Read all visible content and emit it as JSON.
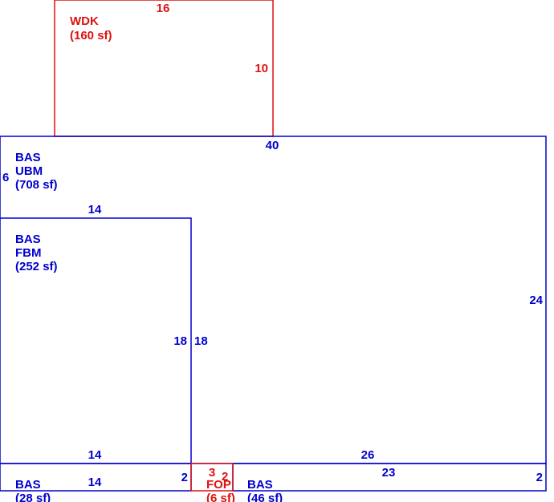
{
  "colors": {
    "main": "#0000cc",
    "addition": "#dd1111"
  },
  "areas": {
    "wdk": {
      "code": "WDK",
      "area": "(160 sf)"
    },
    "ubm": {
      "code": "BAS",
      "sub": "UBM",
      "area": "(708 sf)"
    },
    "fbm": {
      "code": "BAS",
      "sub": "FBM",
      "area": "(252 sf)"
    },
    "bas28": {
      "code": "BAS",
      "area": "(28 sf)"
    },
    "fop": {
      "code": "FOP",
      "area": "(6 sf)"
    },
    "bas46": {
      "code": "BAS",
      "area": "(46 sf)"
    }
  },
  "dimensions": {
    "wdk_top": "16",
    "wdk_right": "10",
    "ubm_top": "40",
    "ubm_left": "6",
    "ubm_right": "24",
    "fbm_top": "14",
    "fbm_left_of_divider": "18",
    "fbm_right_of_divider": "18",
    "fbm_bottom": "14",
    "ubm_bottom": "26",
    "bas28_top": "14",
    "bas28_right": "2",
    "fop_top": "3",
    "fop_right": "2",
    "bas46_top": "23",
    "bas46_right": "2"
  }
}
